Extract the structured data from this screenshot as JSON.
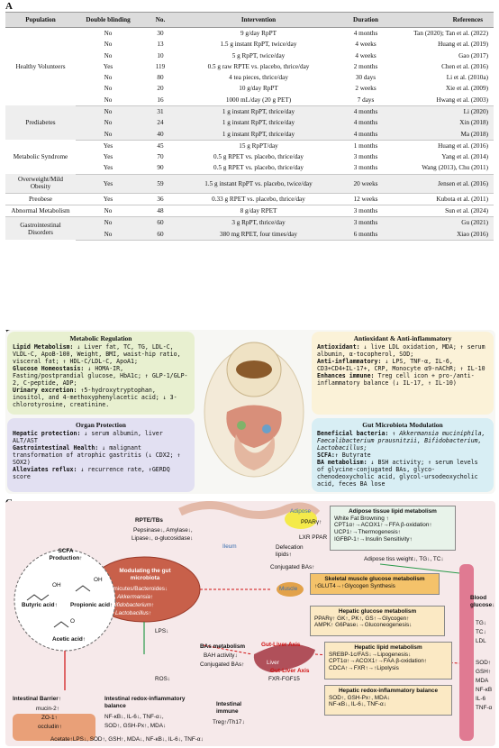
{
  "panelA": {
    "letter": "A",
    "headers": [
      "Population",
      "Double blinding",
      "No.",
      "Intervention",
      "Duration",
      "References"
    ],
    "groups": [
      {
        "population": "Healthy Volunteers",
        "shade": false,
        "rows": [
          [
            "No",
            "30",
            "9 g/day RpPT",
            "4 months",
            "Tan (2020); Tan et al. (2022)"
          ],
          [
            "No",
            "13",
            "1.5 g instant RpPT, twice/day",
            "4 weeks",
            "Huang et al. (2019)"
          ],
          [
            "No",
            "10",
            "5 g RpPT, twice/day",
            "4 weeks",
            "Gao (2017)"
          ],
          [
            "Yes",
            "119",
            "0.5 g raw RPTE vs. placebo, thrice/day",
            "2 months",
            "Chen et al. (2016)"
          ],
          [
            "No",
            "80",
            "4 tea pieces, thrice/day",
            "30 days",
            "Li et al. (2010a)"
          ],
          [
            "No",
            "20",
            "10 g/day RpPT",
            "2 weeks",
            "Xie et al. (2009)"
          ],
          [
            "No",
            "16",
            "1000 mL/day (20 g PET)",
            "7 days",
            "Hwang et al. (2003)"
          ]
        ]
      },
      {
        "population": "Prediabetes",
        "shade": true,
        "rows": [
          [
            "No",
            "31",
            "1 g instant RpPT, thrice/day",
            "4 months",
            "Li (2020)"
          ],
          [
            "No",
            "24",
            "1 g instant RpPT, thrice/day",
            "4 months",
            "Xin (2018)"
          ],
          [
            "No",
            "40",
            "1 g instant RpPT, thrice/day",
            "4 months",
            "Ma (2018)"
          ]
        ]
      },
      {
        "population": "Metabolic Syndrome",
        "shade": false,
        "rows": [
          [
            "Yes",
            "45",
            "15 g RpPT/day",
            "1 months",
            "Huang et al. (2016)"
          ],
          [
            "Yes",
            "70",
            "0.5 g RPET vs. placebo, thrice/day",
            "3 months",
            "Yang et al. (2014)"
          ],
          [
            "Yes",
            "90",
            "0.5 g RPET vs. placebo, thrice/day",
            "3 months",
            "Wang (2013), Chu (2011)"
          ]
        ]
      },
      {
        "population": "Overweight/Mild Obesity",
        "shade": true,
        "rows": [
          [
            "Yes",
            "59",
            "1.5 g instant RpPT vs. placebo, twice/day",
            "20 weeks",
            "Jensen et al. (2016)"
          ]
        ]
      },
      {
        "population": "Preobese",
        "shade": false,
        "rows": [
          [
            "Yes",
            "36",
            "0.33 g RPET vs. placebo, thrice/day",
            "12 weeks",
            "Kubota et al. (2011)"
          ]
        ]
      },
      {
        "population": "Abnormal Metabolism",
        "shade": false,
        "rows": [
          [
            "No",
            "48",
            "8 g/day RPET",
            "3 months",
            "Sun et al. (2024)"
          ]
        ]
      },
      {
        "population": "Gastrointestinal Disorders",
        "shade": true,
        "rows": [
          [
            "No",
            "60",
            "3 g RpPT, thrice/day",
            "3 months",
            "Gu (2021)"
          ],
          [
            "No",
            "60",
            "380 mg RPET, four times/day",
            "6 months",
            "Xiao (2016)"
          ]
        ]
      }
    ]
  },
  "panelB": {
    "letter": "B",
    "metabolic": {
      "title": "Metabolic Regulation",
      "lines": [
        [
          "Lipid Metabolism:",
          " ↓ Liver fat, TC, TG, LDL-C, VLDL-C, ApoB-100, Weight, BMI, waist-hip ratio, visceral fat; ↑ HDL-C/LDL-C, ApoA1;"
        ],
        [
          "Glucose Homeostasis:",
          " ↓ HOMA-IR, Fasting/postprandial glucose, HbA1c; ↑ GLP-1/GLP-2, C-peptide, ADP;"
        ],
        [
          "Urinary excretion:",
          " ↑5-hydroxytryptophan, inositol, and 4-methoxyphenylacetic acid; ↓ 3-chlorotyrosine, creatinine."
        ]
      ]
    },
    "antiox": {
      "title": "Antioxidant & Anti-inflammatory",
      "lines": [
        [
          "Antioxidant:",
          " ↓ live LDL oxidation, MDA; ↑ serum albumin, α-tocopherol, SOD;"
        ],
        [
          "Anti-inflammatory:",
          " ↓ LPS, TNF-α, IL-6, CD3+CD4+IL-17+, CRP, Monocyte α9-nAChR; ↑ IL-10"
        ],
        [
          "Enhances immune:",
          " Treg cell icon + pro-/anti-inflammatory balance (↓ IL-17, ↑ IL-10)"
        ]
      ]
    },
    "organ": {
      "title": "Organ Protection",
      "lines": [
        [
          "Hepatic protection:",
          " ↓ serum albumin, liver ALT/AST"
        ],
        [
          "Gastrointestinal Health:",
          " ↓ malignant transformation of atrophic gastritis (↓ CDX2; ↑ SOX2)"
        ],
        [
          "Alleviates reflux:",
          " ↓ recurrence rate, ↑GERDQ score"
        ]
      ]
    },
    "gut": {
      "title": "Gut Microbiota Modulation",
      "lines": [
        [
          "Beneficial bacteria:",
          " ↑ Akkermansia muciniphila, Faecalibacterium prausnitzii, Bifidobacterium, Lactobacillus;"
        ],
        [
          "SCFA:",
          "↑ Butyrate"
        ],
        [
          "BA metabolism:",
          " ↓ BSH activity; ↑ serum levels of glycine-conjugated BAs, glyco-chenodeoxycholic acid, glycol-ursodeoxycholic acid, feces BA lose"
        ]
      ]
    }
  },
  "panelC": {
    "letter": "C",
    "rpte": {
      "title": "RPTE/TBs",
      "line1": "Pepsinase↓, Amylase↓,",
      "line2": "Lipase↓, α-glucosidase↓"
    },
    "ileum": "Ileum",
    "defecation": "Defecation lipids↑",
    "conj_bas": "Conjugated BAs↑",
    "adipose_label": "Adipose",
    "ppar": "PPARγ↑",
    "lxr": "LXR PPAR",
    "muscle": "Muscle",
    "scfa": {
      "title": "SCFA Production↑",
      "butyric": "Butyric acid↑",
      "propionic": "Propionic acid↑",
      "acetic": "Acetic acid↑",
      "oh": "OH",
      "o": "O"
    },
    "microbiota": {
      "title": "Modulating the gut microbiota",
      "line1": "Firmicutes/Bacteroides↓",
      "line2": "Akkermansia↑",
      "line3": "Bifidobacterium↑",
      "line4": "Lactobacillus↑"
    },
    "lps": "LPS↓",
    "ros": "ROS↓",
    "bas_metab": {
      "title": "BAs metabolism",
      "line1": "BAH activity↓",
      "line2": "Conjugated BAs↑"
    },
    "axis1": "Gut-Liver Axis",
    "axis2": "Gut-Liver Axis",
    "fxr": "FXR-FGF15",
    "liver": "Liver",
    "adipose_box": {
      "title": "Adipose tissue lipid metabolism",
      "l1": "White Fat Browning ↑",
      "l2": "CPT1α↑→ACOX1↑→FFA β-oxidation↑",
      "l3": "UCP1↑→Thermogenesis↑",
      "l4": "IGFBP-1↑→Insulin Sensitivity↑"
    },
    "adipose_weight": "Adipose tiss weight↓, TG↓, TC↓",
    "skeletal": {
      "title": "Skeletal muscle glucose metabolism",
      "l1": "↑GLUT4→↑Glycogen Synthesis"
    },
    "hep_glucose": {
      "title": "Hepatic glucose metabolism",
      "l1": "PPARγ↑",
      "l2": "AMPK↑",
      "l3": "GK↑, PK↑, GS↑→Glycogen↑",
      "l4": "G6Pase↓→Gluconeogenesis↓"
    },
    "hep_lipid": {
      "title": "Hepatic lipid metabolism",
      "l1": "SREBP-1c/FAS↓→Lipogenesis↓",
      "l2": "CPT1α↑→ACOX1↑→FAA β-oxidation↑",
      "l3": "CDCA↑→FXR↑→↑Lipolysis"
    },
    "hep_redox": {
      "title": "Hepatic redox-inflammatory balance",
      "l1": "SOD↑, GSH-Px↑, MDA↓",
      "l2": "NF-κB↓, IL-6↓, TNF-α↓"
    },
    "barrier": {
      "title": "Intestinal Barrier↑",
      "mucin": "mucin-2↑",
      "zo1": "ZO-1↑",
      "occludin": "occludin↑"
    },
    "int_redox": {
      "title": "Intestinal redox-inflammatory balance",
      "l1": "NF-κB↓, IL-6↓, TNF-α↓,",
      "l2": "SOD↑, GSH-Px↑, MDA↓"
    },
    "immune": {
      "title": "Intestinal immune",
      "l1": "Treg↑/Th17↓"
    },
    "acetate_line": "Acetate↑LPS↓, SOD↑, GSH↑, MDA↓, NF-κB↓, IL-6↓, TNF-α↓",
    "blood": {
      "title": "Blood glucose↓",
      "l1": "TG↓",
      "l2": "TC↓",
      "l3": "LDL",
      "l4": "SOD↑",
      "l5": "GSH↑",
      "l6": "MDA",
      "l7": "NF-κB",
      "l8": "IL-6",
      "l9": "TNF-α"
    }
  }
}
